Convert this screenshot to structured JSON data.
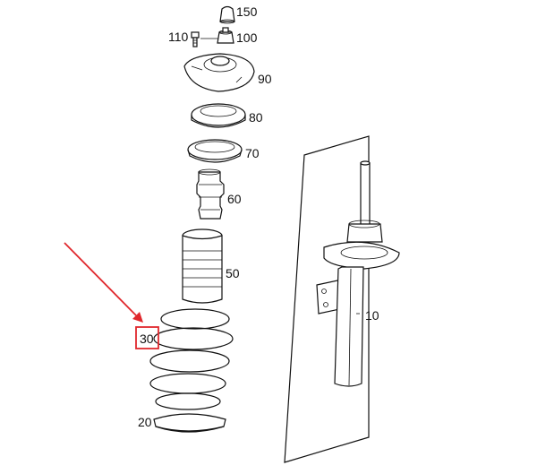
{
  "diagram": {
    "parts": [
      {
        "id": "150",
        "label": "150"
      },
      {
        "id": "110",
        "label": "110"
      },
      {
        "id": "100",
        "label": "100"
      },
      {
        "id": "90",
        "label": "90"
      },
      {
        "id": "80",
        "label": "80"
      },
      {
        "id": "70",
        "label": "70"
      },
      {
        "id": "60",
        "label": "60"
      },
      {
        "id": "50",
        "label": "50"
      },
      {
        "id": "30",
        "label": "30"
      },
      {
        "id": "20",
        "label": "20"
      },
      {
        "id": "10",
        "label": "10"
      }
    ],
    "highlight": {
      "part": "30",
      "color": "#e0282d"
    }
  }
}
